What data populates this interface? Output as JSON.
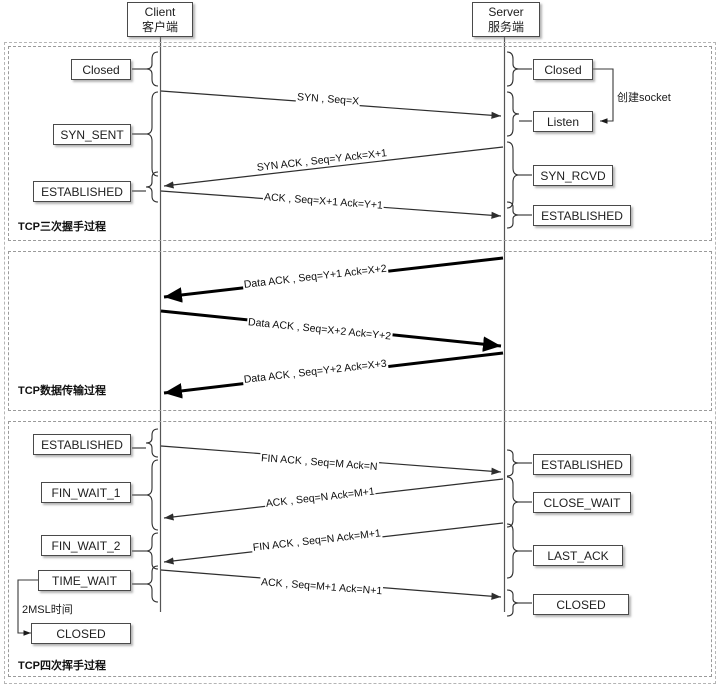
{
  "header": {
    "client": {
      "en": "Client",
      "zh": "客户端"
    },
    "server": {
      "en": "Server",
      "zh": "服务端"
    }
  },
  "sections": [
    {
      "id": "handshake",
      "label": "TCP三次握手过程",
      "client_states": [
        "Closed",
        "SYN_SENT",
        "ESTABLISHED"
      ],
      "server_states": [
        "Closed",
        "Listen",
        "SYN_RCVD",
        "ESTABLISHED"
      ],
      "note": "创建socket",
      "messages": [
        {
          "text": "SYN , Seq=X",
          "dir": "to-server"
        },
        {
          "text": "SYN ACK , Seq=Y Ack=X+1",
          "dir": "to-client"
        },
        {
          "text": "ACK , Seq=X+1 Ack=Y+1",
          "dir": "to-server"
        }
      ]
    },
    {
      "id": "data-transfer",
      "label": "TCP数据传输过程",
      "client_states": [],
      "server_states": [],
      "messages": [
        {
          "text": "Data ACK , Seq=Y+1 Ack=X+2",
          "dir": "to-client"
        },
        {
          "text": "Data ACK , Seq=X+2 Ack=Y+2",
          "dir": "to-server"
        },
        {
          "text": "Data ACK , Seq=Y+2 Ack=X+3",
          "dir": "to-client"
        }
      ]
    },
    {
      "id": "teardown",
      "label": "TCP四次挥手过程",
      "client_states": [
        "ESTABLISHED",
        "FIN_WAIT_1",
        "FIN_WAIT_2",
        "TIME_WAIT",
        "CLOSED"
      ],
      "server_states": [
        "ESTABLISHED",
        "CLOSE_WAIT",
        "LAST_ACK",
        "CLOSED"
      ],
      "note": "2MSL时间",
      "messages": [
        {
          "text": "FIN ACK , Seq=M Ack=N",
          "dir": "to-server"
        },
        {
          "text": "ACK , Seq=N Ack=M+1",
          "dir": "to-client"
        },
        {
          "text": "FIN ACK , Seq=N Ack=M+1",
          "dir": "to-client"
        },
        {
          "text": "ACK , Seq=M+1 Ack=N+1",
          "dir": "to-server"
        }
      ]
    }
  ],
  "colors": {
    "line": "#3a3a3a",
    "thick_line": "#000000",
    "box_border": "#4a4a4a",
    "frame": "#9a9a9a",
    "text": "#101010"
  }
}
